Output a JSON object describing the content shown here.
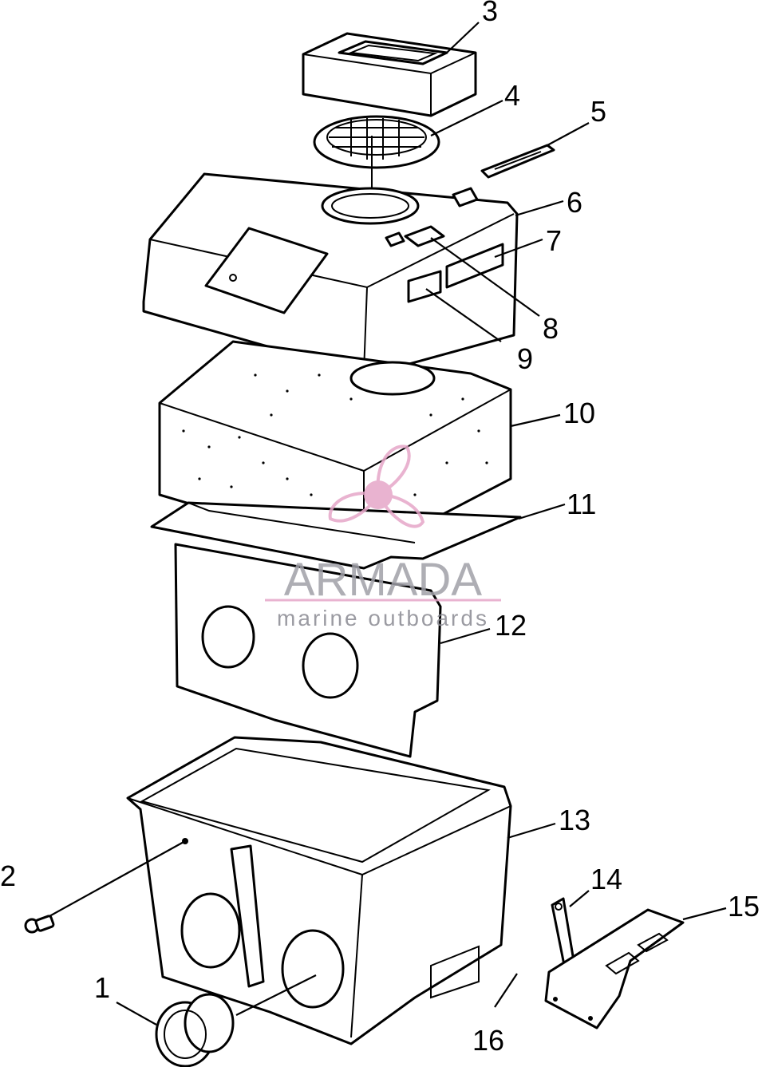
{
  "callouts": [
    {
      "id": "1",
      "label": "1"
    },
    {
      "id": "2",
      "label": "2"
    },
    {
      "id": "3",
      "label": "3"
    },
    {
      "id": "4",
      "label": "4"
    },
    {
      "id": "5",
      "label": "5"
    },
    {
      "id": "6",
      "label": "6"
    },
    {
      "id": "7",
      "label": "7"
    },
    {
      "id": "8",
      "label": "8"
    },
    {
      "id": "9",
      "label": "9"
    },
    {
      "id": "10",
      "label": "10"
    },
    {
      "id": "11",
      "label": "11"
    },
    {
      "id": "12",
      "label": "12"
    },
    {
      "id": "13",
      "label": "13"
    },
    {
      "id": "14",
      "label": "14"
    },
    {
      "id": "15",
      "label": "15"
    },
    {
      "id": "16",
      "label": "16"
    }
  ],
  "watermark": {
    "brand": "ARMADA",
    "tagline": "marine outboards",
    "accent_color": "#e6a6c8",
    "text_color": "#a0a0a8",
    "logo_icon": "propeller-icon"
  }
}
